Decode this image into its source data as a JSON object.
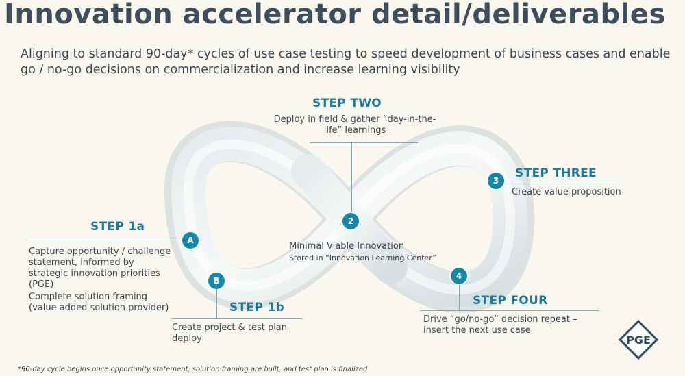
{
  "title": "Innovation accelerator detail/deliverables",
  "subtitle": "Aligning to standard 90-day* cycles of use case testing to speed development of business cases and enable go / no-go decisions on commercialization and increase learning visibility",
  "steps": {
    "step_two": {
      "heading": "STEP TWO",
      "text": "Deploy in field & gather “day-in-the-life” learnings",
      "badge": "2"
    },
    "step_three": {
      "heading": "STEP THREE",
      "text": "Create value proposition",
      "badge": "3"
    },
    "step_1a": {
      "heading": "STEP 1a",
      "text1": "Capture opportunity / challenge statement, informed by strategic innovation priorities (PGE)",
      "text2": "Complete solution framing (value added solution provider)",
      "badge": "A"
    },
    "step_1b": {
      "heading": "STEP 1b",
      "text": "Create project & test plan deploy",
      "badge": "B"
    },
    "step_four": {
      "heading": "STEP FOUR",
      "text": "Drive “go/no-go” decision repeat – insert the next use case",
      "badge": "4"
    }
  },
  "center": {
    "line1": "Minimal Viable Innovation",
    "line2": "Stored in “Innovation Learning Center”"
  },
  "footnote": "*90-day cycle begins once opportunity statement, solution framing are built, and test plan is finalized",
  "logo": {
    "text": "PGE"
  },
  "colors": {
    "accent": "#197a9e",
    "badge": "#1587a8",
    "title": "#3d4f5e",
    "background": "#faf8ee"
  }
}
